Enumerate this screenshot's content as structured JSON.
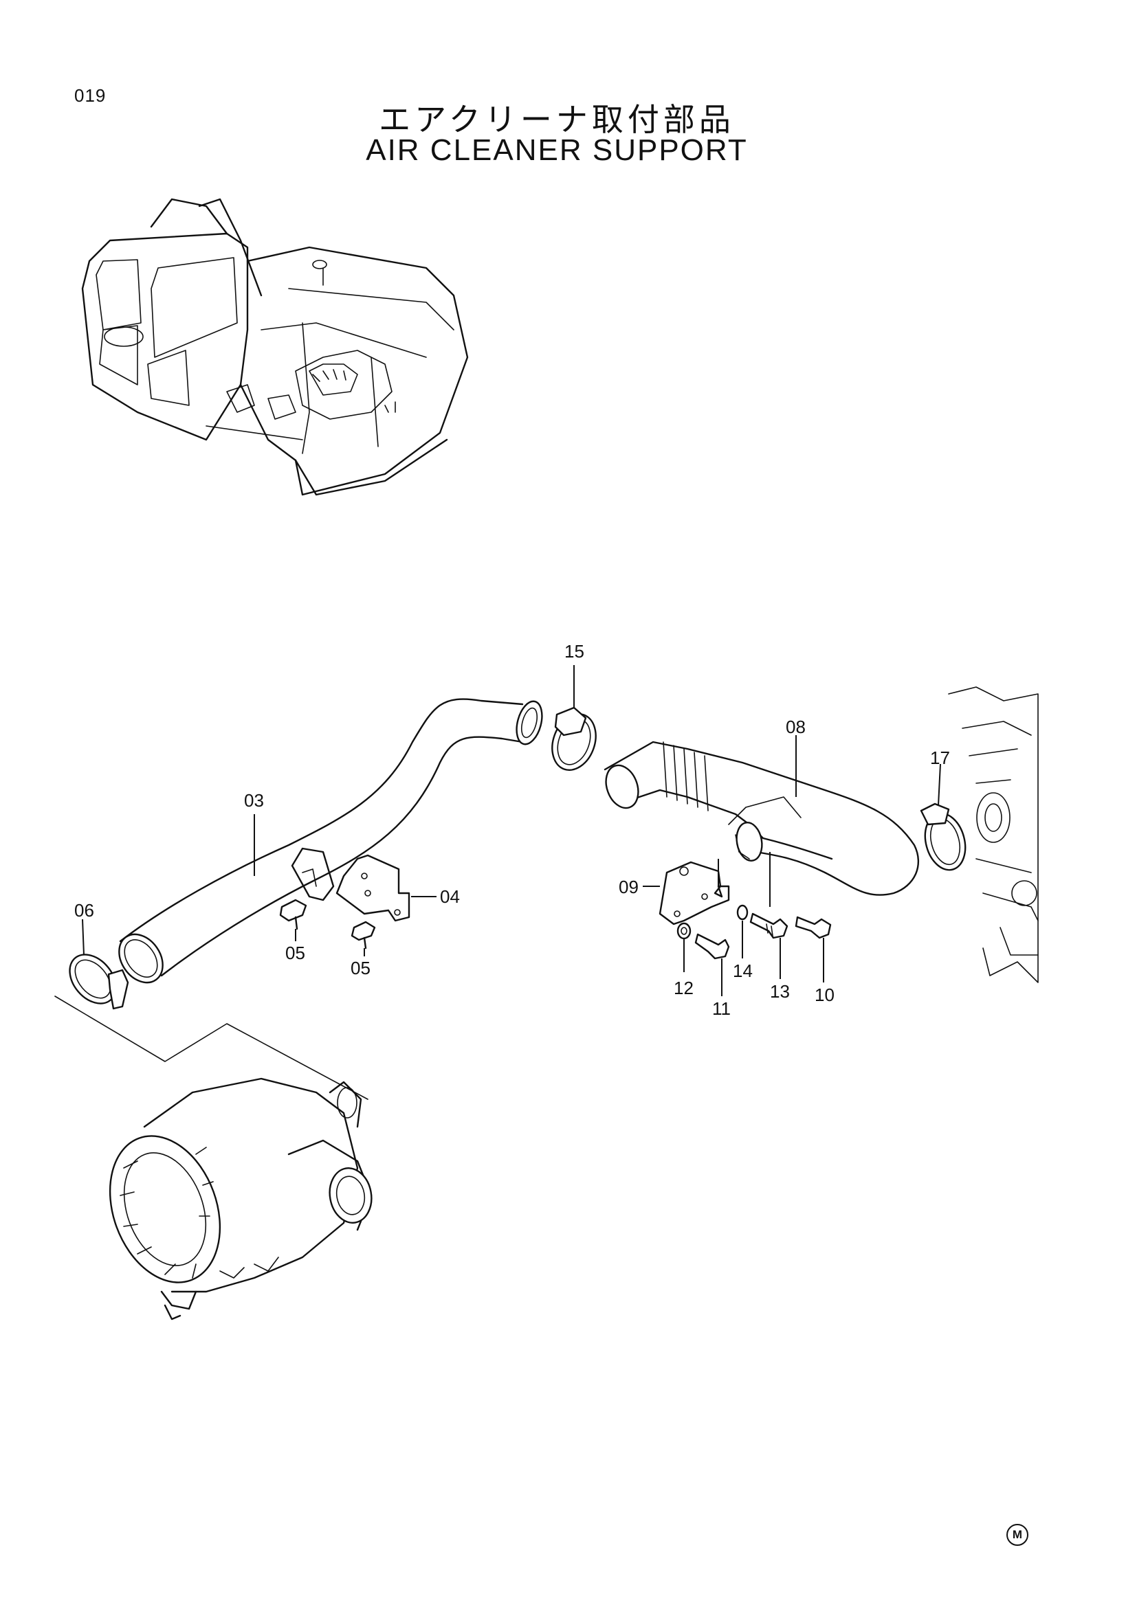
{
  "page_number": "019",
  "title_jp": "エアクリーナ取付部品",
  "title_en": "AIR CLEANER SUPPORT",
  "callouts": [
    {
      "id": "c15",
      "label": "15"
    },
    {
      "id": "c08",
      "label": "08"
    },
    {
      "id": "c17",
      "label": "17"
    },
    {
      "id": "c03",
      "label": "03"
    },
    {
      "id": "c04",
      "label": "04"
    },
    {
      "id": "c09",
      "label": "09"
    },
    {
      "id": "c06",
      "label": "06"
    },
    {
      "id": "c05a",
      "label": "05"
    },
    {
      "id": "c05b",
      "label": "05"
    },
    {
      "id": "c12",
      "label": "12"
    },
    {
      "id": "c14",
      "label": "14"
    },
    {
      "id": "c13",
      "label": "13"
    },
    {
      "id": "c10",
      "label": "10"
    },
    {
      "id": "c11",
      "label": "11"
    }
  ],
  "mark": "M"
}
